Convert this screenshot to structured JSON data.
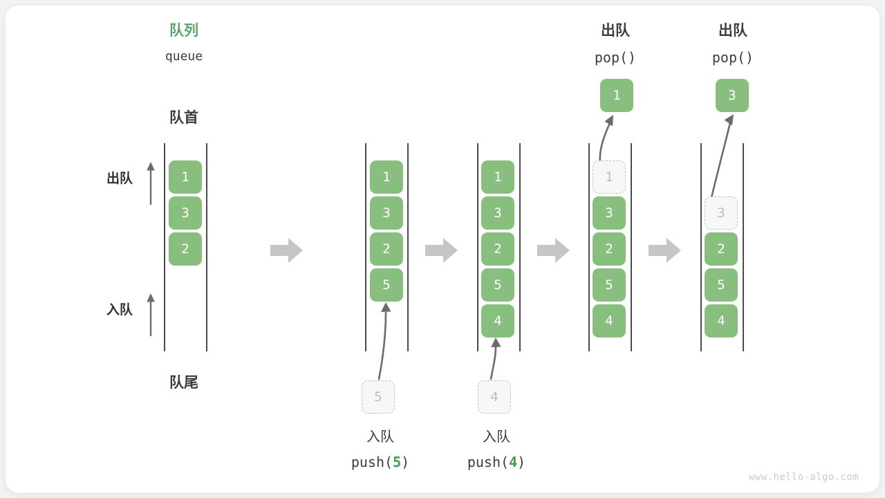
{
  "diagram": {
    "title_cn": "队列",
    "title_en": "queue",
    "front_label": "队首",
    "rear_label": "队尾",
    "dequeue_side_label": "出队",
    "enqueue_side_label": "入队",
    "watermark": "www.hello-algo.com",
    "colors": {
      "element_fill": "#88bf7f",
      "element_text": "#ffffff",
      "ghost_fill": "#f7f7f7",
      "ghost_border": "#c2c2c2",
      "ghost_text": "#bdbdbd",
      "rail": "#4a4a4a",
      "accent_green": "#5aa469",
      "code_highlight": "#3f9c52",
      "transition_arrow": "#c6c6c6",
      "motion_arrow": "#6b6b6b",
      "text": "#3c3c3c",
      "card_background": "#ffffff",
      "page_background": "#f2f2f2"
    },
    "steps": [
      {
        "id": "initial",
        "elements": [
          "1",
          "3",
          "2"
        ],
        "ghost_index": null,
        "header_cn": "队列",
        "header_code": "queue",
        "footer_cn": "",
        "footer_code": "",
        "incoming_value": "",
        "popped_value": ""
      },
      {
        "id": "push-5",
        "elements": [
          "1",
          "3",
          "2",
          "5"
        ],
        "ghost_index": null,
        "header_cn": "",
        "header_code": "",
        "footer_cn": "入队",
        "footer_code_prefix": "push(",
        "footer_code_arg": "5",
        "footer_code_suffix": ")",
        "incoming_value": "5",
        "popped_value": ""
      },
      {
        "id": "push-4",
        "elements": [
          "1",
          "3",
          "2",
          "5",
          "4"
        ],
        "ghost_index": null,
        "header_cn": "",
        "header_code": "",
        "footer_cn": "入队",
        "footer_code_prefix": "push(",
        "footer_code_arg": "4",
        "footer_code_suffix": ")",
        "incoming_value": "4",
        "popped_value": ""
      },
      {
        "id": "pop-1",
        "elements": [
          "1",
          "3",
          "2",
          "5",
          "4"
        ],
        "ghost_index": 0,
        "header_cn": "出队",
        "header_code": "pop()",
        "footer_cn": "",
        "footer_code": "",
        "incoming_value": "",
        "popped_value": "1"
      },
      {
        "id": "pop-3",
        "elements": [
          "3",
          "2",
          "5",
          "4"
        ],
        "ghost_index": 0,
        "header_cn": "出队",
        "header_code": "pop()",
        "footer_cn": "",
        "footer_code": "",
        "incoming_value": "",
        "popped_value": "3"
      }
    ],
    "transition_arrow_count": 4
  }
}
